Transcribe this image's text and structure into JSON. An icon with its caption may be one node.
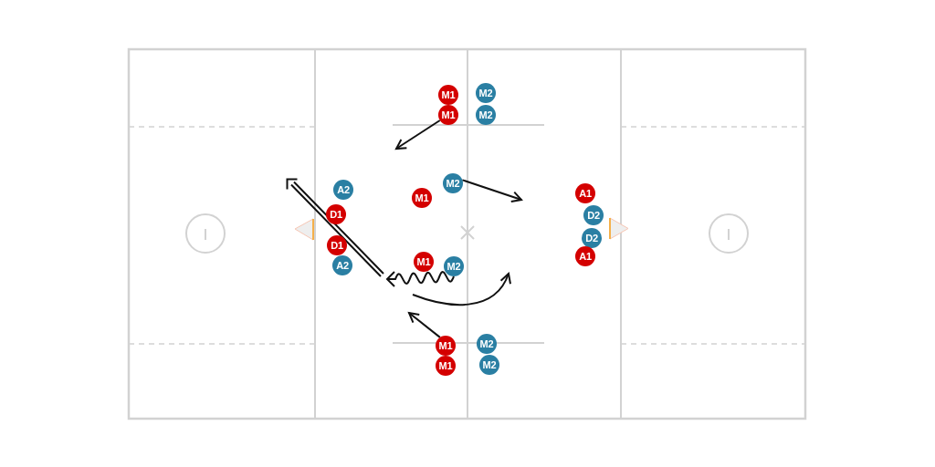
{
  "diagram": {
    "nodes": [
      {
        "text": [
          "M1"
        ]
      },
      {
        "text": [
          "M2"
        ]
      },
      {
        "text": [
          "M1"
        ]
      },
      {
        "text": [
          "M2"
        ]
      },
      {
        "text": [
          "M2"
        ]
      },
      {
        "text": [
          "A2"
        ]
      },
      {
        "text": [
          "A1"
        ]
      },
      {
        "text": [
          "M1"
        ]
      },
      {
        "text": [
          "D1"
        ]
      },
      {
        "text": [
          "D2"
        ]
      },
      {
        "text": [
          "D2"
        ]
      },
      {
        "text": [
          "D1"
        ]
      },
      {
        "text": [
          "A1"
        ]
      },
      {
        "text": [
          "M1"
        ]
      },
      {
        "text": [
          "A2"
        ]
      },
      {
        "text": [
          "M2"
        ]
      },
      {
        "text": [
          "M1"
        ]
      },
      {
        "text": [
          "M2"
        ]
      },
      {
        "text": [
          "M1"
        ]
      },
      {
        "text": [
          "M2"
        ]
      }
    ],
    "edges": [
      {
        "from": 2,
        "to": null,
        "arrow": "to"
      },
      {
        "from": 4,
        "to": null,
        "arrow": "to"
      },
      {
        "from": 15,
        "to": null,
        "arrow": "to"
      },
      {
        "from": 16,
        "to": null,
        "arrow": "to"
      }
    ]
  }
}
